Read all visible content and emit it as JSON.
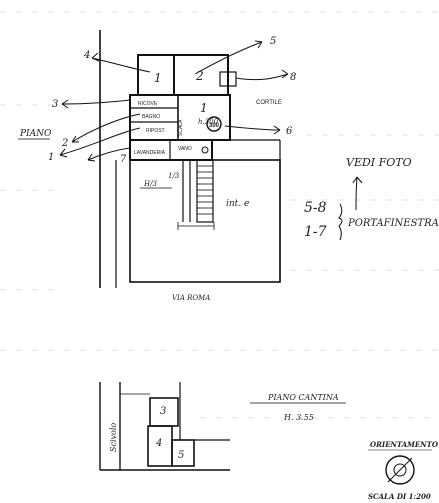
{
  "labels": {
    "floor_left": "PIANO",
    "cortile": "CORTILE",
    "room1": "1",
    "room2": "2",
    "room3_upper": "1",
    "h300": "h.300",
    "h300_circle": "300",
    "ricovero": "RICOVE",
    "bagno": "BAGNO",
    "scala": "SCALA",
    "ripostiglio": "RIPOST.",
    "lavanderia": "LAVANDERIA",
    "vano": "VANO",
    "int_e": "int. e",
    "h_dim": "H/3",
    "h_dim2": "1/3",
    "via_roma": "VIA ROMA",
    "vedi_foto": "VEDI FOTO",
    "range1": "5-8",
    "range2": "1-7",
    "porta_finestra": "PORTAFINESTRA",
    "arrow_labels": [
      "5",
      "8",
      "3",
      "4",
      "2",
      "1",
      "6",
      "7"
    ],
    "cellar_3": "3",
    "cellar_4": "4",
    "cellar_5": "5",
    "scivolo": "Scivolo",
    "piano_cantina": "PIANO CANTINA",
    "h_cantina": "H. 3.55",
    "orientamento": "ORIENTAMENTO",
    "scala_ratio": "SCALA DI 1:200"
  }
}
